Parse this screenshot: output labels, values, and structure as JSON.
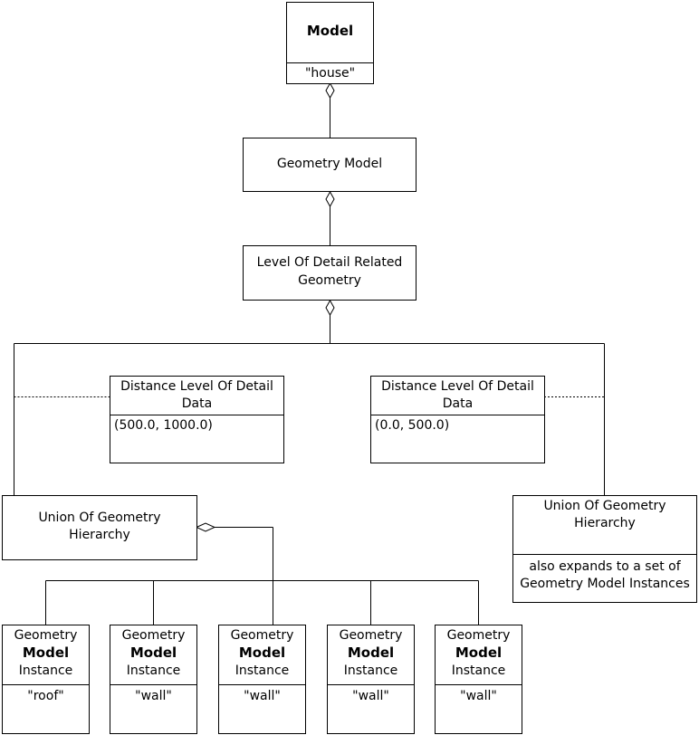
{
  "model": {
    "name": "Model",
    "value": "\"house\""
  },
  "geometry_model": {
    "label": "Geometry Model"
  },
  "lod_related": {
    "line1": "Level Of Detail Related",
    "line2": "Geometry"
  },
  "distance_lod_left": {
    "line1": "Distance Level Of Detail",
    "line2": "Data",
    "value": "(500.0, 1000.0)"
  },
  "distance_lod_right": {
    "line1": "Distance Level Of Detail",
    "line2": "Data",
    "value": "(0.0, 500.0)"
  },
  "union_left": {
    "line1": "Union Of Geometry",
    "line2": "Hierarchy"
  },
  "union_right": {
    "line1": "Union Of Geometry",
    "line2": "Hierarchy",
    "note1": "also expands to a set of",
    "note2": "Geometry Model Instances"
  },
  "instances": [
    {
      "line1": "Geometry",
      "line2": "Model",
      "line3": "Instance",
      "value": "\"roof\""
    },
    {
      "line1": "Geometry",
      "line2": "Model",
      "line3": "Instance",
      "value": "\"wall\""
    },
    {
      "line1": "Geometry",
      "line2": "Model",
      "line3": "Instance",
      "value": "\"wall\""
    },
    {
      "line1": "Geometry",
      "line2": "Model",
      "line3": "Instance",
      "value": "\"wall\""
    },
    {
      "line1": "Geometry",
      "line2": "Model",
      "line3": "Instance",
      "value": "\"wall\""
    }
  ]
}
